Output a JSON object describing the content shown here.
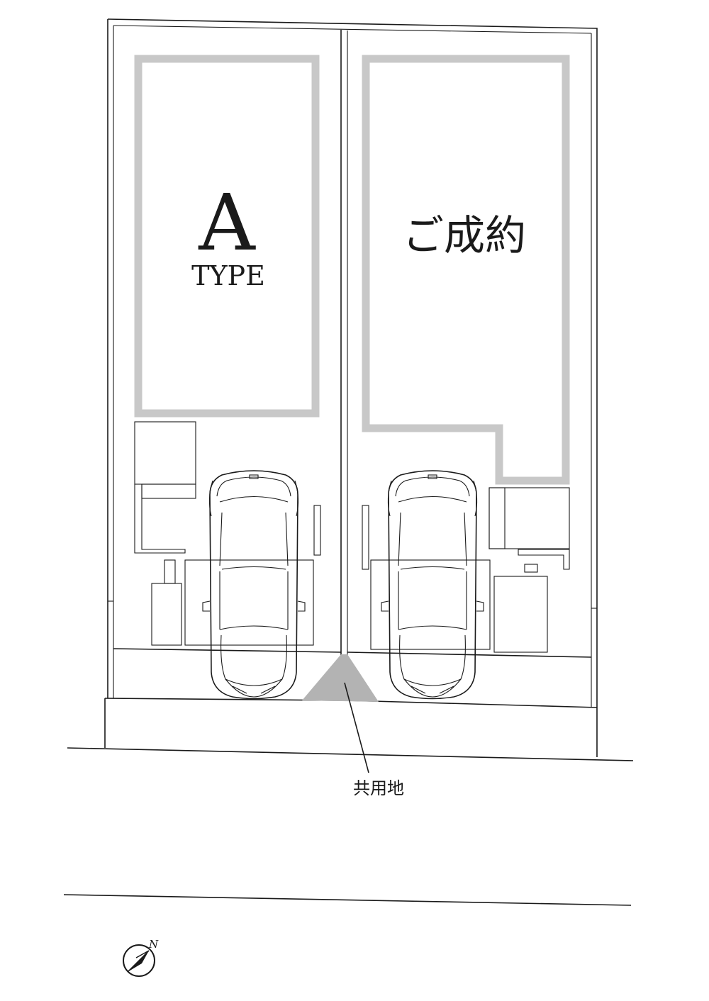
{
  "plots": [
    {
      "type_letter": "A",
      "type_word": "TYPE"
    },
    {
      "status": "ご成約"
    }
  ],
  "shared_area": {
    "label": "共用地",
    "color": "#b3b3b3"
  },
  "house_outline_color": "#c8c8c8",
  "compass": {
    "label": "N"
  }
}
